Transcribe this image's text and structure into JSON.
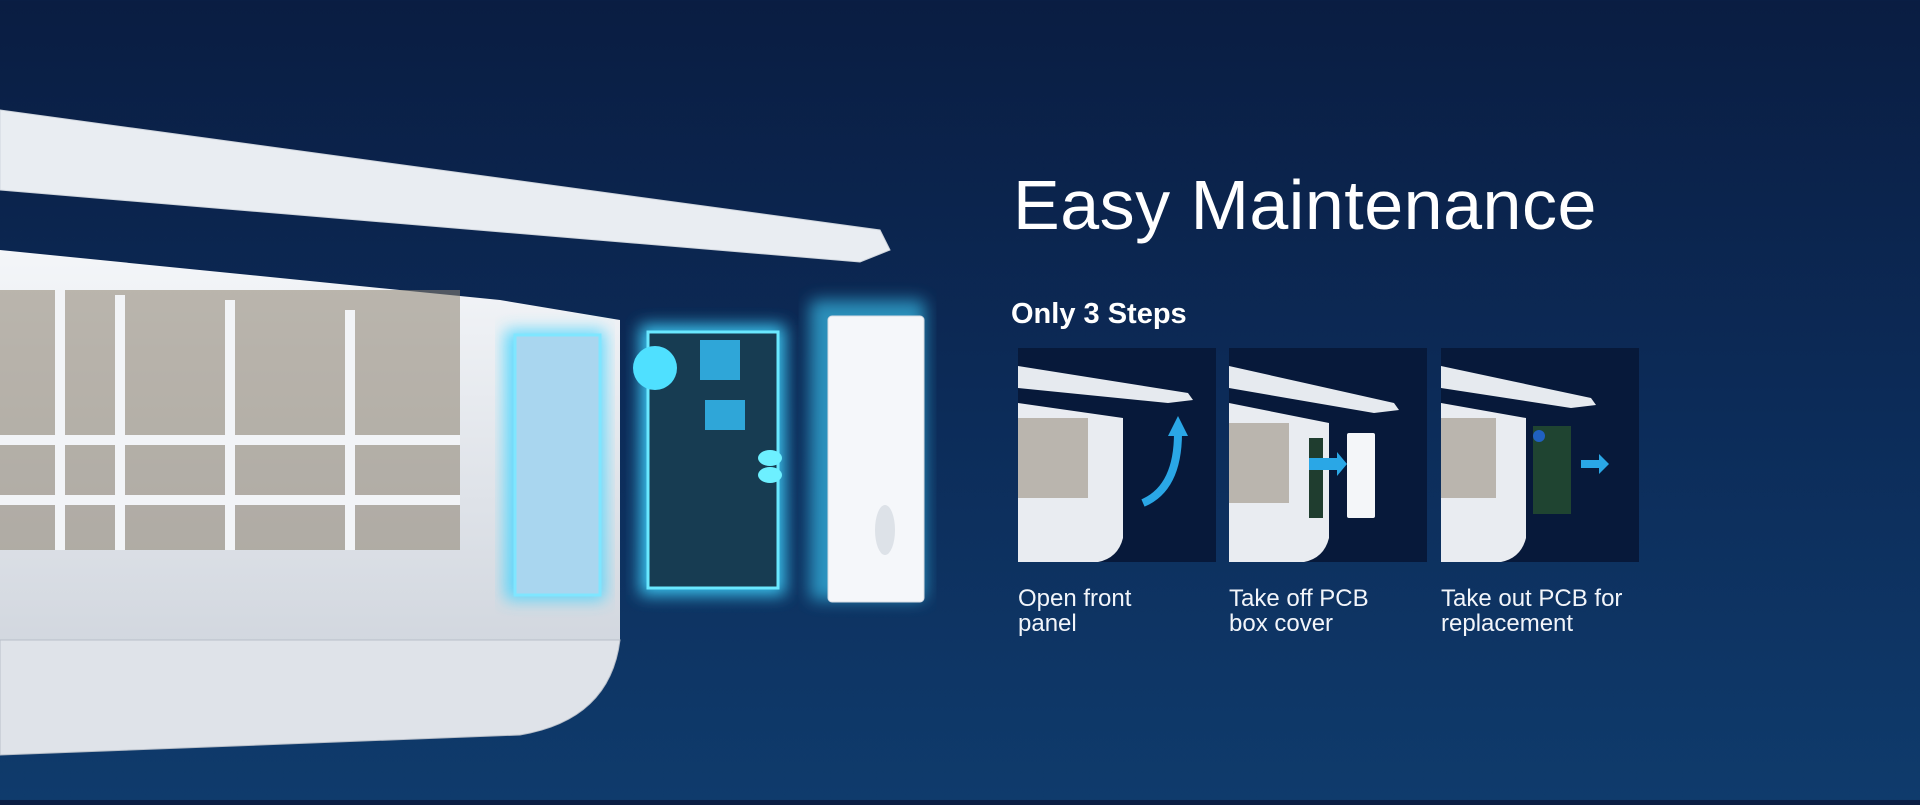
{
  "header": {
    "title": "Easy Maintenance",
    "subtitle": "Only 3 Steps"
  },
  "steps": [
    {
      "caption_line1": "Open front",
      "caption_line2": "panel",
      "icon": "arrow-up-curve-icon"
    },
    {
      "caption_line1": "Take off PCB",
      "caption_line2": "box cover",
      "icon": "arrow-right-icon"
    },
    {
      "caption_line1": "Take out PCB for",
      "caption_line2": "replacement",
      "icon": "arrow-right-icon"
    }
  ],
  "colors": {
    "background_top": "#0a1d42",
    "background_bottom": "#0f3b6c",
    "accent_glow": "#3fd4ff"
  }
}
